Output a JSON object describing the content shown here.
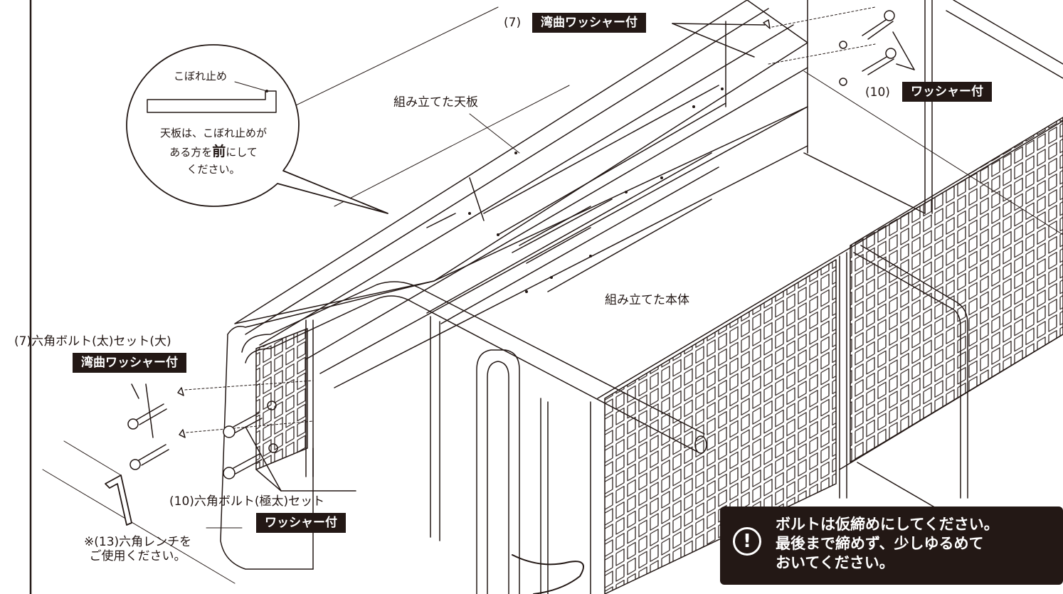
{
  "top_callout": {
    "part_number": "(7)",
    "tag": "湾曲ワッシャー付"
  },
  "right_callout": {
    "part_number": "(10)",
    "tag": "ワッシャー付"
  },
  "labels": {
    "tabletop": "組み立てた天板",
    "body": "組み立てた本体"
  },
  "bubble": {
    "diagram_label": "こぼれ止め",
    "line1": "天板は、こぼれ止めが",
    "line2_pre": "ある方を",
    "line2_bold": "前",
    "line2_post": "にして",
    "line3": "ください。"
  },
  "left_bolt_callout": {
    "name": "(7)六角ボルト(太)セット(大)",
    "tag": "湾曲ワッシャー付"
  },
  "bottom_bolt_callout": {
    "name": "(10)六角ボルト(極太)セット",
    "tag": "ワッシャー付"
  },
  "wrench_note": {
    "line1": "※(13)六角レンチを",
    "line2": "ご使用ください。"
  },
  "notice": {
    "icon": "!",
    "line1": "ボルトは仮締めにしてください。",
    "line2": "最後まで締めず、少しゆるめて",
    "line3": "おいてください。"
  },
  "colors": {
    "ink": "#231815",
    "tag_text": "#ffffff",
    "background": "#ffffff"
  }
}
